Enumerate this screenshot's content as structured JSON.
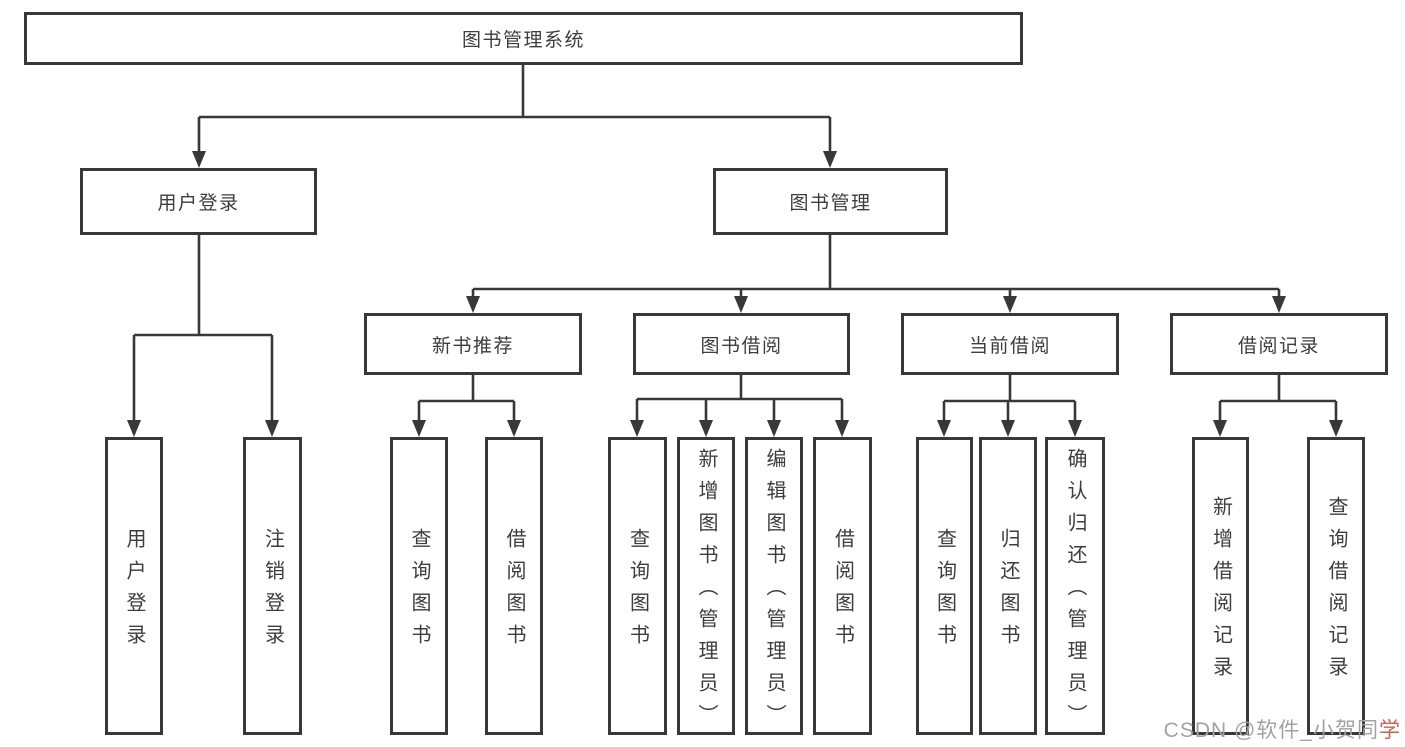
{
  "colors": {
    "line": "#383838",
    "box_border": "#383838",
    "text": "#3d3d3d",
    "watermark_gray": "#a2a2a2",
    "watermark_accent": "#c9634f"
  },
  "tree": {
    "root": {
      "label": "图书管理系统",
      "children": [
        {
          "label": "用户登录",
          "children": [
            {
              "label": "用户登录"
            },
            {
              "label": "注销登录"
            }
          ]
        },
        {
          "label": "图书管理",
          "children": [
            {
              "label": "新书推荐",
              "children": [
                {
                  "label": "查询图书"
                },
                {
                  "label": "借阅图书"
                }
              ]
            },
            {
              "label": "图书借阅",
              "children": [
                {
                  "label": "查询图书"
                },
                {
                  "label": "新增图书（管理员）"
                },
                {
                  "label": "编辑图书（管理员）"
                },
                {
                  "label": "借阅图书"
                }
              ]
            },
            {
              "label": "当前借阅",
              "children": [
                {
                  "label": "查询图书"
                },
                {
                  "label": "归还图书"
                },
                {
                  "label": "确认归还（管理员）"
                }
              ]
            },
            {
              "label": "借阅记录",
              "children": [
                {
                  "label": "新增借阅记录"
                },
                {
                  "label": "查询借阅记录"
                }
              ]
            }
          ]
        }
      ]
    }
  },
  "watermark": {
    "main": "CSDN @软件_小贺同",
    "accent": "学"
  }
}
